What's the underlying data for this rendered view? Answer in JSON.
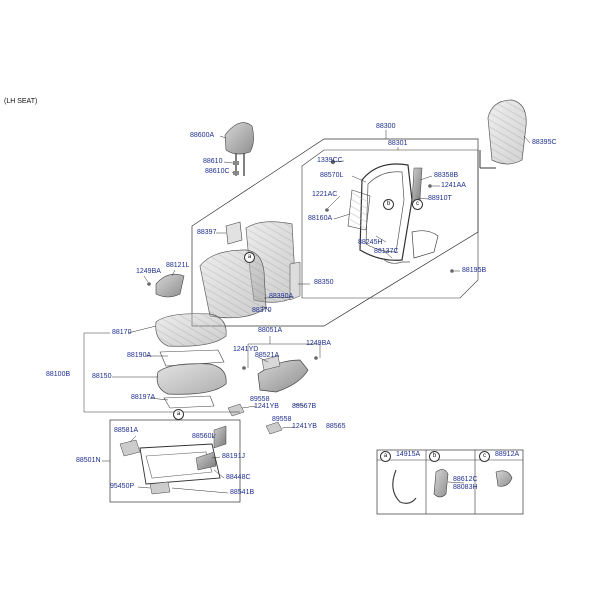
{
  "header": {
    "side": "(LH SEAT)"
  },
  "callouts": {
    "a": "a",
    "b": "b",
    "c": "c"
  },
  "headrest": {
    "assy": "88600A",
    "guide": "88610",
    "guide_c": "88610C"
  },
  "backrest": {
    "assy": "88300",
    "frame": "88301",
    "screw_1": "1339CC",
    "clip": "88570L",
    "bolt": "1221AC",
    "pad": "88160A",
    "side_bracket": "88358B",
    "nut": "1241AA",
    "rear_panel": "88910T",
    "harness": "88245H",
    "wire": "88137C",
    "bolt_b": "88195B",
    "back_cover": "88395C",
    "cover_knob": "88397",
    "lumbar_pad": "88350",
    "side_cover": "88390A",
    "trim": "88370"
  },
  "recliner": {
    "cover": "88121L",
    "screw": "1249BA"
  },
  "cushion": {
    "assy": "88100B",
    "cover": "88170",
    "frame_pad": "88190A",
    "pad": "88150",
    "mat": "88197A"
  },
  "side_shield": {
    "assy": "88051A",
    "bolt": "1241YD",
    "shield": "88521A",
    "screw": "1249BA",
    "bolt_a": "89558",
    "bolt_b": "1241YB",
    "cover": "88567B",
    "bolt_c": "89558",
    "bolt_d": "1241YB",
    "cover_b": "88565"
  },
  "track": {
    "assy": "88501N",
    "lever": "88581A",
    "slide": "88560L",
    "motor": "88191J",
    "wire": "88448C",
    "bracket": "95450P",
    "switch": "88541B"
  },
  "legend": {
    "a": {
      "part": "14915A"
    },
    "b": {
      "part_1": "88612C",
      "part_2": "88083H"
    },
    "c": {
      "part": "88912A"
    }
  }
}
